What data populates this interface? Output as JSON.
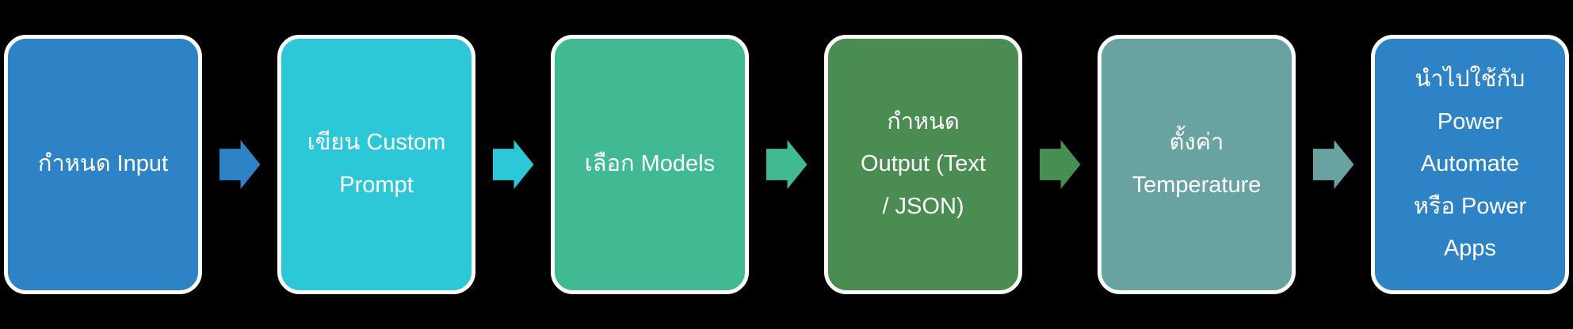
{
  "canvas": {
    "background": "#000000",
    "text_color": "#ffffff",
    "box_border_color": "#ffffff"
  },
  "diagram": {
    "type": "flowchart",
    "direction": "left-to-right",
    "steps": [
      {
        "label": "กำหนด Input",
        "color": "#2e83c6"
      },
      {
        "label": "เขียน Custom\nPrompt",
        "color": "#2cc8d8"
      },
      {
        "label": "เลือก Models",
        "color": "#41ba93"
      },
      {
        "label": "กำหนด\nOutput (Text\n/ JSON)",
        "color": "#4a8c52"
      },
      {
        "label": "ตั้งค่า\nTemperature",
        "color": "#68a2a1"
      },
      {
        "label": "นำไปใช้กับ\nPower\nAutomate\nหรือ Power\nApps",
        "color": "#2e83c6"
      }
    ],
    "arrows": [
      {
        "icon": "block-arrow-right",
        "color": "#2e83c6"
      },
      {
        "icon": "block-arrow-right",
        "color": "#2cc8d8"
      },
      {
        "icon": "block-arrow-right",
        "color": "#41ba93"
      },
      {
        "icon": "block-arrow-right",
        "color": "#478e52"
      },
      {
        "icon": "block-arrow-right",
        "color": "#68a2a1"
      }
    ]
  }
}
